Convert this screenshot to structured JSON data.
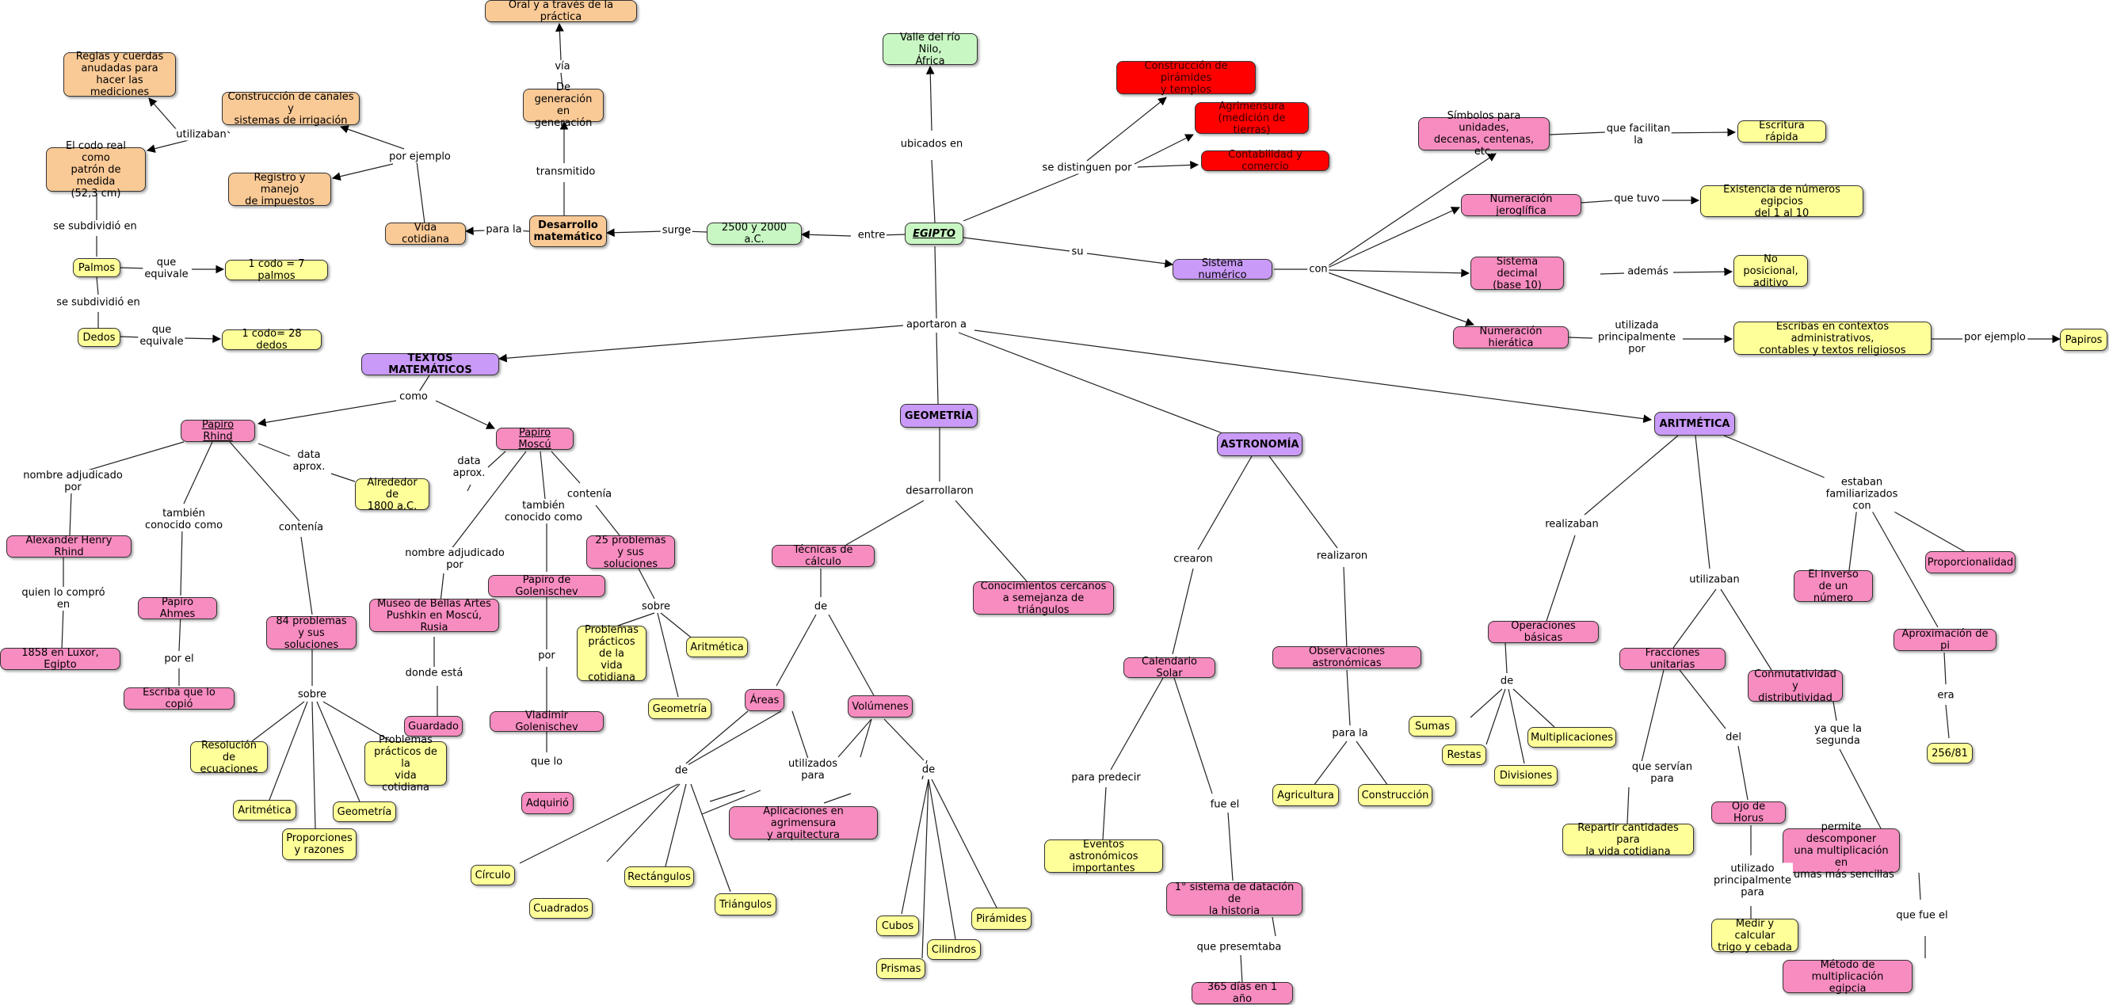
{
  "nodes": {
    "egipto": "EGIPTO",
    "valle": "Valle del río Nilo,\nÁfrica",
    "construccion_piramides": "Construcción de pirámides\ny templos",
    "agrimensura": "Agrimensura\n(medición de tierras)",
    "contabilidad": "Contabilidad y comercio",
    "sistema_numerico": "Sistema numérico",
    "simbolos": "Símbolos para unidades,\ndecenas, centenas, etc.",
    "escritura_rapida": "Escritura rápida",
    "num_jeroglifica": "Numeración jeroglífica",
    "existencia": "Existencia de números egipcios\ndel 1 al 10",
    "sistema_decimal": "Sistema decimal\n(base 10)",
    "no_posicional": "No posicional,\naditivo",
    "num_hieratica": "Numeración hierática",
    "escribas": "Escribas en contextos administrativos,\ncontables y textos religiosos",
    "papiros": "Papiros",
    "fecha": "2500 y 2000 a.C.",
    "desarrollo": "Desarrollo\nmatemático",
    "generacion": "De generación\nen generación",
    "oral": "Oral y a través de la práctica",
    "vida_cotidiana": "Vida cotidiana",
    "canales": "Construcción de canales y\nsistemas de irrigación",
    "registro": "Registro y manejo\nde impuestos",
    "reglas": "Reglas y cuerdas\nanudadas para\nhacer las mediciones",
    "codo_real": "El codo real como\npatrón de medida\n(52,3 cm)",
    "palmos": "Palmos",
    "codo7": "1 codo = 7 palmos",
    "dedos": "Dedos",
    "codo28": "1 codo= 28 dedos",
    "textos": "TEXTOS MATEMÁTICOS",
    "rhind": "Papiro Rhind",
    "moscu": "Papiro Moscú",
    "alrededor": "Alrededor de\n1800 a.C.",
    "henry": "Alexander Henry Rhind",
    "luxor": "1858 en Luxor, Egipto",
    "ahmes": "Papiro Ahmes",
    "escriba": "Escriba que lo copió",
    "p84": "84 problemas\ny sus soluciones",
    "resolucion": "Resolución de\necuaciones",
    "rh_problemas": "Problemas\nprácticos de la\nvida cotidiana",
    "rh_aritmetica": "Aritmética",
    "rh_geometria": "Geometría",
    "proporciones": "Proporciones\ny razones",
    "museo": "Museo de Bellas Artes\nPushkin en Moscú, Rusia",
    "guardado": "Guardado",
    "golenischev": "Papiro de Golenischev",
    "vladimir": "Vladimir Golenischev",
    "adquirio": "Adquirió",
    "p25": "25 problemas\ny sus soluciones",
    "mo_problemas": "Problemas\nprácticos de la\nvida\ncotidiana",
    "mo_aritmetica": "Aritmética",
    "mo_geometria": "Geometría",
    "geometria": "GEOMETRÍA",
    "tecnicas": "Técnicas de cálculo",
    "conocimientos": "Conocimientos cercanos\na semejanza de triángulos",
    "areas": "Áreas",
    "volumenes": "Volúmenes",
    "aplicaciones": "Aplicaciones en agrimensura\ny arquitectura",
    "circulo": "Círculo",
    "cuadrados": "Cuadrados",
    "rectangulos": "Rectángulos",
    "triangulos": "Triángulos",
    "cubos": "Cubos",
    "prismas": "Prismas",
    "cilindros": "Cilindros",
    "piramides": "Pirámides",
    "astronomia": "ASTRONOMÍA",
    "calendario": "Calendario Solar",
    "observaciones": "Observaciones astronómicas",
    "agricultura": "Agricultura",
    "construccion": "Construcción",
    "eventos": "Eventos astronómicos\nimportantes",
    "primer_sistema": "1° sistema de datación de\nla historia",
    "dias365": "365 días en 1 año",
    "aritmetica": "ARITMÉTICA",
    "operaciones": "Operaciones básicas",
    "sumas": "Sumas",
    "restas": "Restas",
    "divisiones": "Divisiones",
    "multiplicaciones": "Multiplicaciones",
    "fracciones": "Fracciones unitarias",
    "repartir": "Repartir cantidades para\nla vida cotidiana",
    "ojo": "Ojo de Horus",
    "medir": "Medir y calcular\ntrigo y cebada",
    "conmutatividad": "Conmutatividad y\ndistributividad",
    "permite": "permite descomponer\nuna multiplicación en\nsumas más sencillas",
    "metodo": "Método de multiplicación\negipcia",
    "inverso": "El inverso\nde un número",
    "proporcionalidad": "Proporcionalidad",
    "aprox_pi": "Aproximación de pi",
    "pi_valor": "256/81"
  },
  "labels": {
    "ubicados_en": "ubicados en",
    "se_distinguen": "se distinguen por",
    "su": "su",
    "con": "con",
    "que_facilitan": "que facilitan\nla",
    "que_tuvo": "que tuvo",
    "ademas": "además",
    "utilizada": "utilizada\nprincipalmente\npor",
    "por_ejemplo_papiros": "por ejemplo",
    "entre": "entre",
    "surge": "surge",
    "para_la": "para la",
    "transmitido": "transmitido",
    "via": "vía",
    "por_ejemplo": "por ejemplo",
    "utilizaban": "utilizaban",
    "se_subdividio1": "se subdividió en",
    "que_equivale1": "que\nequivale",
    "se_subdividio2": "se subdividió en",
    "que_equivale2": "que\nequivale",
    "aportaron": "aportaron a",
    "como": "como",
    "rh_data": "data\naprox.",
    "mo_data": "data\naprox.",
    "rh_nombre": "nombre adjudicado\npor",
    "quien_compro": "quien lo compró\nen",
    "rh_tambien": "también\nconocido como",
    "por_el": "por el",
    "rh_contenia": "contenía",
    "rh_sobre": "sobre",
    "mo_nombre": "nombre adjudicado\npor",
    "donde_esta": "donde está",
    "mo_tambien": "también\nconocido como",
    "por": "por",
    "que_lo": "que lo",
    "mo_contenia": "contenía",
    "mo_sobre": "sobre",
    "desarrollaron": "desarrollaron",
    "de_tecnicas": "de",
    "de_areas": "de",
    "utilizados_para": "utilizados\npara",
    "de_volumenes": "de",
    "crearon": "crearon",
    "realizaron": "realizaron",
    "para_predecir": "para predecir",
    "fue_el": "fue el",
    "que_presemtaba": "que presemtaba",
    "para_la_obs": "para la",
    "realizaban": "realizaban",
    "de_ops": "de",
    "utilizaban_ar": "utilizaban",
    "familiarizados": "estaban\nfamiliarizados\ncon",
    "que_servian": "que servían\npara",
    "del": "del",
    "utilizado_principalmente": "utilizado\nprincipalmente\npara",
    "ya_que": "ya que la\nsegunda",
    "que_fue_el": "que fue el",
    "era": "era"
  },
  "colors": {
    "peach": "#f9c996",
    "green": "#c9f7c4",
    "yellow": "#ffff99",
    "pink": "#f78cc0",
    "purple": "#c99af7",
    "red": "#ff0000"
  }
}
